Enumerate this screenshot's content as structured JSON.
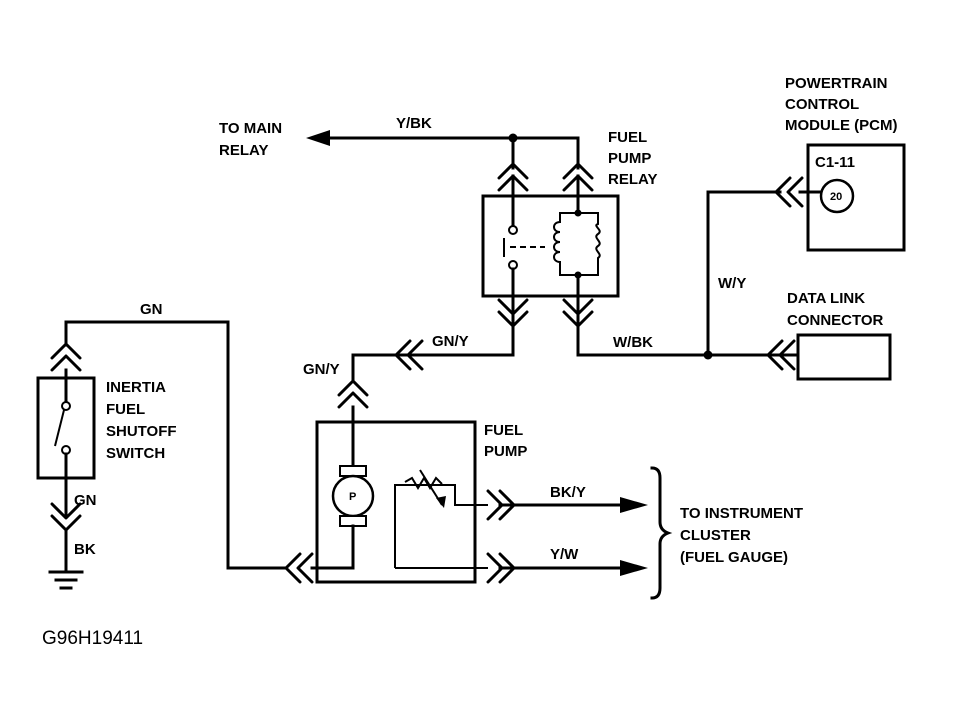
{
  "labels": {
    "to_main_relay": [
      "TO MAIN",
      "RELAY"
    ],
    "y_bk": "Y/BK",
    "fuel_pump_relay": [
      "FUEL",
      "PUMP",
      "RELAY"
    ],
    "pcm": [
      "POWERTRAIN",
      "CONTROL",
      "MODULE (PCM)"
    ],
    "c1_11": "C1-11",
    "pin_20": "20",
    "w_y": "W/Y",
    "data_link_connector": [
      "DATA LINK",
      "CONNECTOR"
    ],
    "gn_top": "GN",
    "gn_y_1": "GN/Y",
    "gn_y_2": "GN/Y",
    "w_bk": "W/BK",
    "inertia_switch": [
      "INERTIA",
      "FUEL",
      "SHUTOFF",
      "SWITCH"
    ],
    "fuel_pump": [
      "FUEL",
      "PUMP"
    ],
    "motor_p": "P",
    "gn_lower": "GN",
    "bk": "BK",
    "bk_y": "BK/Y",
    "y_w": "Y/W",
    "instrument_cluster": [
      "TO INSTRUMENT",
      "CLUSTER",
      "(FUEL GAUGE)"
    ],
    "figure_code": "G96H19411"
  }
}
